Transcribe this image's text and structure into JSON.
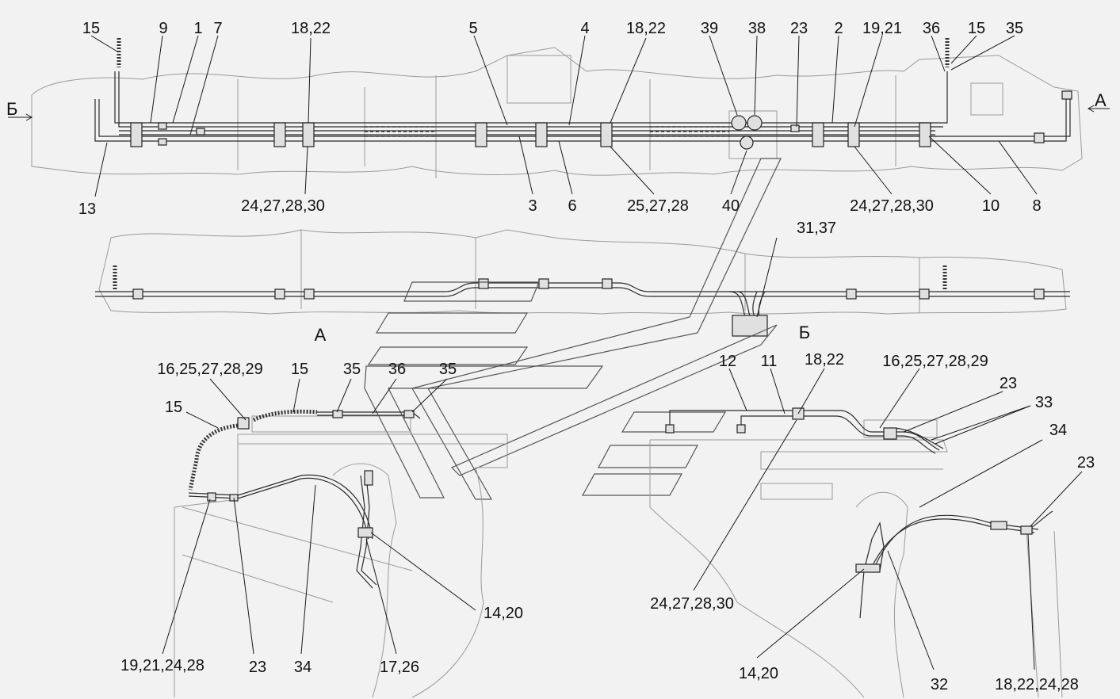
{
  "views": {
    "a_arrow": "А",
    "b_arrow": "Б",
    "a_title": "А",
    "b_title": "Б"
  },
  "callouts_top": [
    "15",
    "9",
    "1",
    "7",
    "18,22",
    "5",
    "4",
    "18,22",
    "39",
    "38",
    "23",
    "2",
    "19,21",
    "36",
    "15",
    "35",
    "13",
    "24,27,28,30",
    "3",
    "6",
    "25,27,28",
    "40",
    "24,27,28,30",
    "10",
    "8"
  ],
  "callouts_middle": [
    "31,37"
  ],
  "callouts_view_a": [
    "16,25,27,28,29",
    "15",
    "35",
    "36",
    "35",
    "15",
    "19,21,24,28",
    "23",
    "34",
    "17,26",
    "14,20"
  ],
  "callouts_view_b": [
    "12",
    "11",
    "18,22",
    "16,25,27,28,29",
    "23",
    "33",
    "34",
    "23",
    "24,27,28,30",
    "14,20",
    "32",
    "18,22,24,28"
  ]
}
